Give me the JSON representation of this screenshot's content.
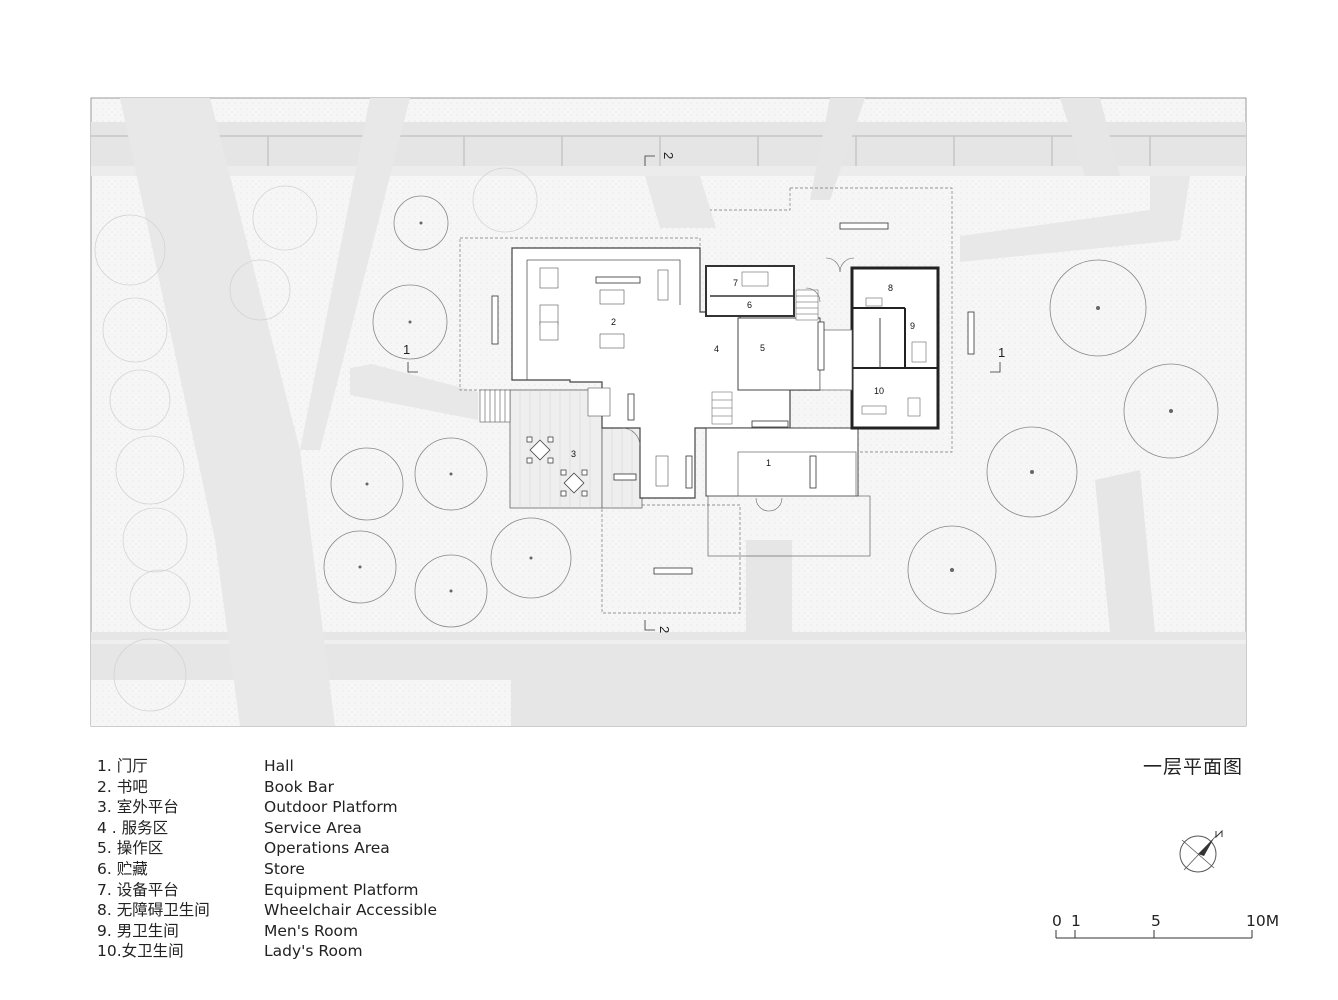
{
  "plan_title": "一层平面图",
  "legend": [
    {
      "zh": "1.  门厅",
      "en": "Hall"
    },
    {
      "zh": "2.  书吧",
      "en": "Book Bar"
    },
    {
      "zh": "3.  室外平台",
      "en": "Outdoor Platform"
    },
    {
      "zh": "4 . 服务区",
      "en": "Service Area"
    },
    {
      "zh": "5.  操作区",
      "en": "Operations Area"
    },
    {
      "zh": "6.  贮藏",
      "en": "Store"
    },
    {
      "zh": "7.  设备平台",
      "en": "Equipment Platform"
    },
    {
      "zh": "8.  无障碍卫生间",
      "en": "Wheelchair Accessible"
    },
    {
      "zh": "9.  男卫生间",
      "en": "Men's Room"
    },
    {
      "zh": "10.女卫生间",
      "en": "Lady's Room"
    }
  ],
  "room_labels": [
    "1",
    "2",
    "3",
    "4",
    "5",
    "6",
    "7",
    "8",
    "9",
    "10"
  ],
  "section_markers": {
    "s1": "1",
    "s2": "2"
  },
  "scale_bar": {
    "labels": [
      "0",
      "1",
      "5",
      "10M"
    ]
  },
  "colors": {
    "paving": "#e6e6e6",
    "ground": "#f7f7f7",
    "line": "#555555",
    "wall": "#444444"
  }
}
